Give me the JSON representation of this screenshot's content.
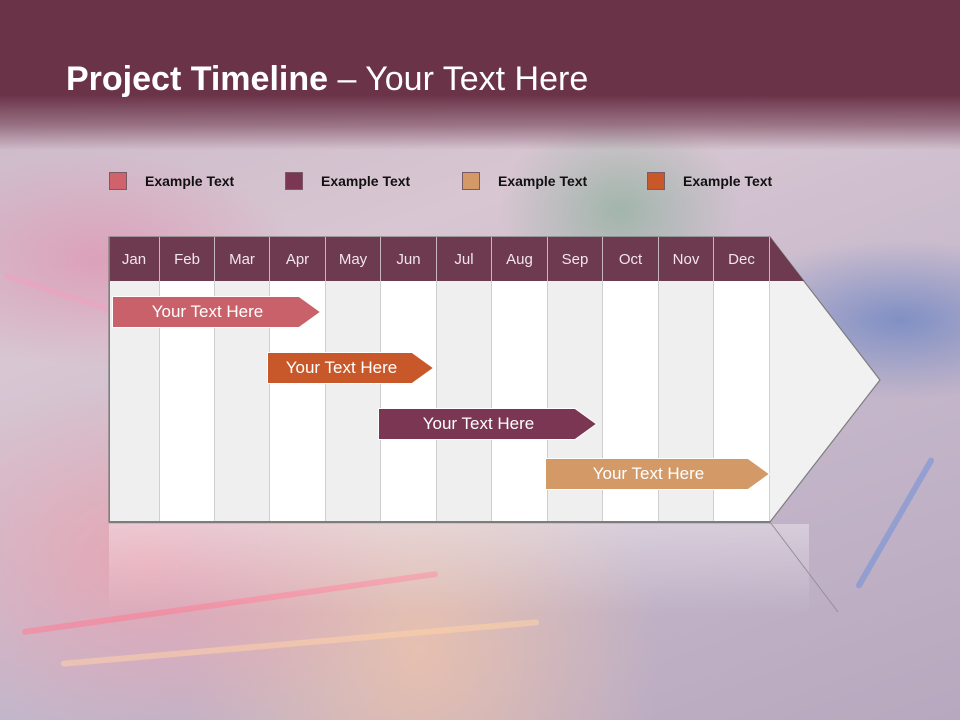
{
  "slide": {
    "title_bold": "Project Timeline",
    "title_rest": " – Your Text Here"
  },
  "legend": [
    {
      "label": "Example Text",
      "color": "#d0626b"
    },
    {
      "label": "Example Text",
      "color": "#7a3652"
    },
    {
      "label": "Example Text",
      "color": "#d39a68"
    },
    {
      "label": "Example Text",
      "color": "#c8582a"
    }
  ],
  "timeline": {
    "months": [
      "Jan",
      "Feb",
      "Mar",
      "Apr",
      "May",
      "Jun",
      "Jul",
      "Aug",
      "Sep",
      "Oct",
      "Nov",
      "Dec"
    ],
    "header_color": "#6d3a50",
    "tasks": [
      {
        "label": "Your  Text Here",
        "start": 0.05,
        "end": 3.9,
        "color": "#c9616a",
        "row": 0
      },
      {
        "label": "Your  Text Here",
        "start": 2.95,
        "end": 5.95,
        "color": "#c8582a",
        "row": 1
      },
      {
        "label": "Your  Text Here",
        "start": 4.95,
        "end": 8.9,
        "color": "#7a3652",
        "row": 2
      },
      {
        "label": "Your  Text Here",
        "start": 7.95,
        "end": 12.0,
        "color": "#d39a68",
        "row": 3
      }
    ]
  }
}
